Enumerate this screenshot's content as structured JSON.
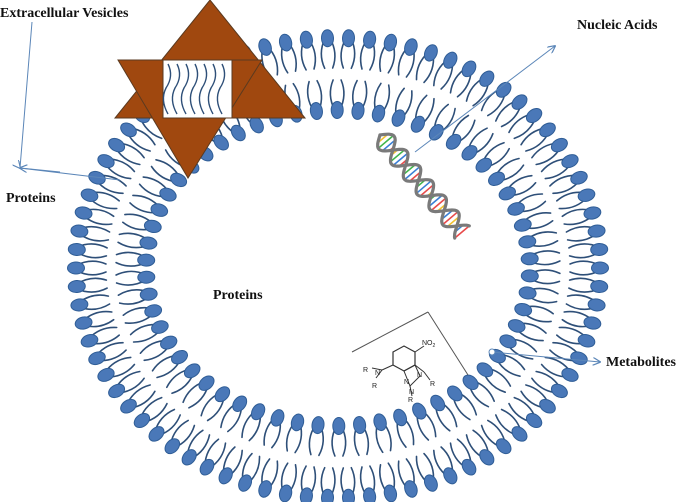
{
  "labels": {
    "extracellular_vesicles": "Extracellular Vesicles",
    "nucleic_acids": "Nucleic Acids",
    "proteins_outer": "Proteins",
    "proteins_inner": "Proteins",
    "metabolites": "Metabolites"
  },
  "molecule": {
    "nitro": "NO",
    "nitro_sub": "2",
    "r1": "R",
    "r2": "R",
    "n1": "N",
    "n2": "N",
    "n3": "N",
    "n4": "N"
  },
  "colors": {
    "lipid_head": "#4a78b8",
    "lipid_head_stroke": "#2f5d96",
    "lipid_tail": "#2e4f78",
    "protein_fill": "#a0480f",
    "protein_stroke": "#5a3a20",
    "arrow": "#5b86b8",
    "dna_backbone": "#7a7a7a"
  }
}
